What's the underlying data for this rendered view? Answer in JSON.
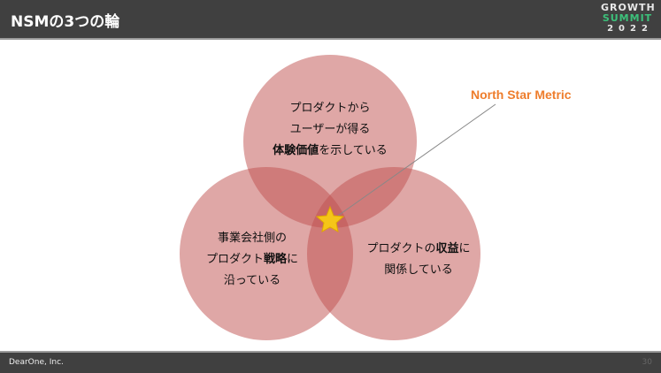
{
  "header": {
    "title": "NSMの3つの輪",
    "logo": {
      "line1": "GROWTH",
      "line2": "SUMMIT",
      "line3": "2022"
    }
  },
  "diagram": {
    "circle_color": "#c0504d",
    "star_color": "#f5c518",
    "callout": {
      "label": "North Star Metric",
      "color": "#ee7d2c"
    },
    "circles": [
      {
        "lines": [
          {
            "pre": "プロダクトから",
            "bold": "",
            "post": ""
          },
          {
            "pre": "ユーザーが得る",
            "bold": "",
            "post": ""
          },
          {
            "pre": "",
            "bold": "体験価値",
            "post": "を示している"
          }
        ]
      },
      {
        "lines": [
          {
            "pre": "事業会社側の",
            "bold": "",
            "post": ""
          },
          {
            "pre": "プロダクト",
            "bold": "戦略",
            "post": "に"
          },
          {
            "pre": "沿っている",
            "bold": "",
            "post": ""
          }
        ]
      },
      {
        "lines": [
          {
            "pre": "プロダクトの",
            "bold": "収益",
            "post": "に"
          },
          {
            "pre": "関係している",
            "bold": "",
            "post": ""
          }
        ]
      }
    ]
  },
  "footer": {
    "company": "DearOne, Inc.",
    "page": "30"
  }
}
